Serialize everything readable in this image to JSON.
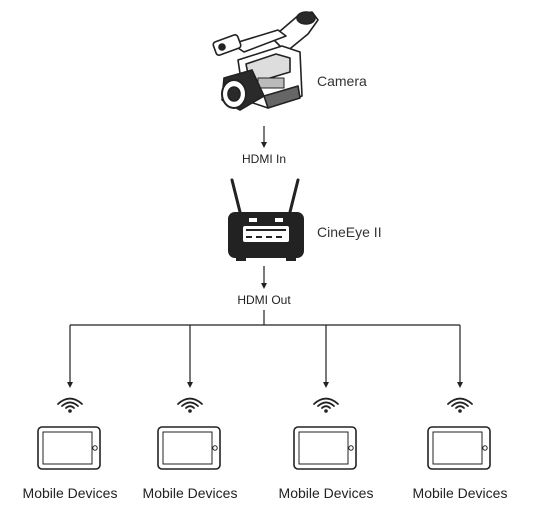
{
  "camera": {
    "label": "Camera",
    "icon": "video-camera-icon"
  },
  "hdmi_in": {
    "label": "HDMI In"
  },
  "cineeye": {
    "label": "CineEye II",
    "icon": "wireless-transmitter-icon"
  },
  "hdmi_out": {
    "label": "HDMI Out"
  },
  "devices": [
    {
      "label": "Mobile Devices",
      "icon": "tablet-icon"
    },
    {
      "label": "Mobile Devices",
      "icon": "tablet-icon"
    },
    {
      "label": "Mobile Devices",
      "icon": "tablet-icon"
    },
    {
      "label": "Mobile Devices",
      "icon": "tablet-icon"
    }
  ],
  "colors": {
    "line": "#222222",
    "device": "#222222"
  }
}
